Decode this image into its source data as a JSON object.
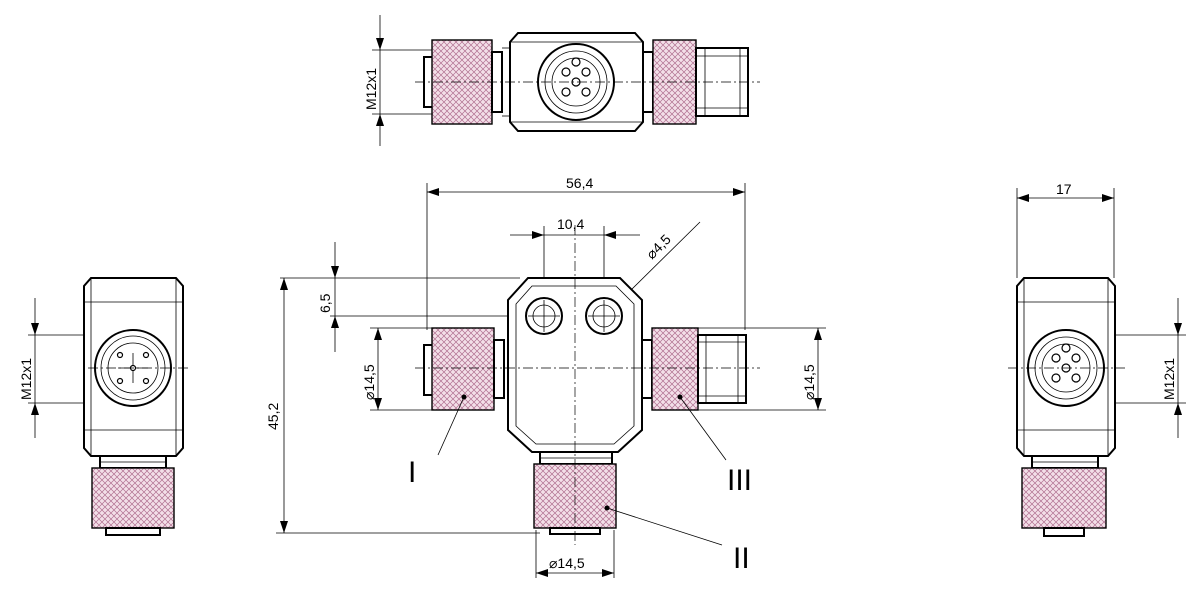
{
  "dimensions": {
    "top_thread": "M12x1",
    "left_thread": "M12x1",
    "right_thread": "M12x1",
    "width_total": "56,4",
    "hole_spacing": "10,4",
    "hole_diameter": "⌀4,5",
    "offset": "6,5",
    "port_dia_left": "⌀14,5",
    "port_dia_right": "⌀14,5",
    "port_dia_bottom": "⌀14,5",
    "height_total": "45,2",
    "side_width": "17"
  },
  "ports": {
    "port_1": "I",
    "port_2": "II",
    "port_3": "III"
  },
  "colors": {
    "knurl_fill": "#f3dfe8",
    "knurl_hatch": "#b07090",
    "line": "#000000"
  }
}
